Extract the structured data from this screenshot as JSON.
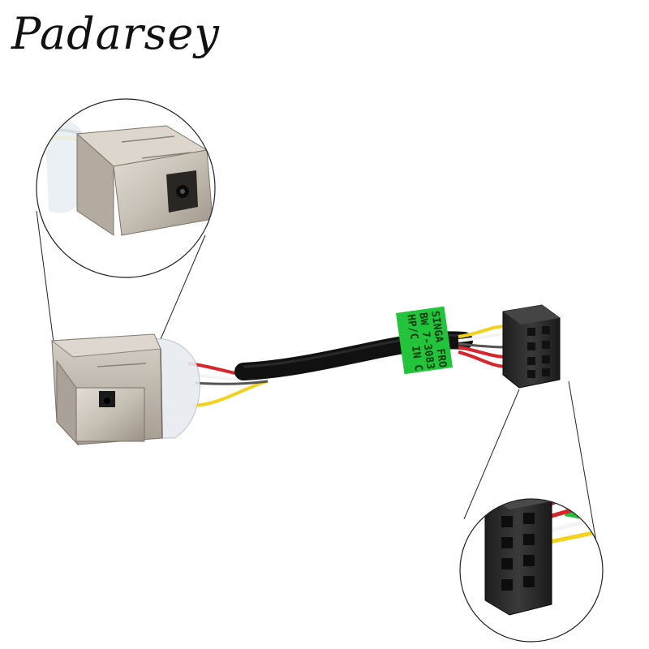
{
  "brand": {
    "text": "Padarsey"
  },
  "product_label": {
    "lines": [
      "HP/C IN C",
      "BW 7-3083",
      "SINGA FRO"
    ],
    "color": "#21c43a"
  },
  "colors": {
    "metal": "#c9c2b8",
    "metal_dark": "#8f877d",
    "cable_sleeve": "#111111",
    "wire_red": "#d8242a",
    "wire_yellow": "#f2d21a",
    "wire_white": "#f4f4f4",
    "connector": "#2b2b2b",
    "callout_line": "#222222"
  }
}
